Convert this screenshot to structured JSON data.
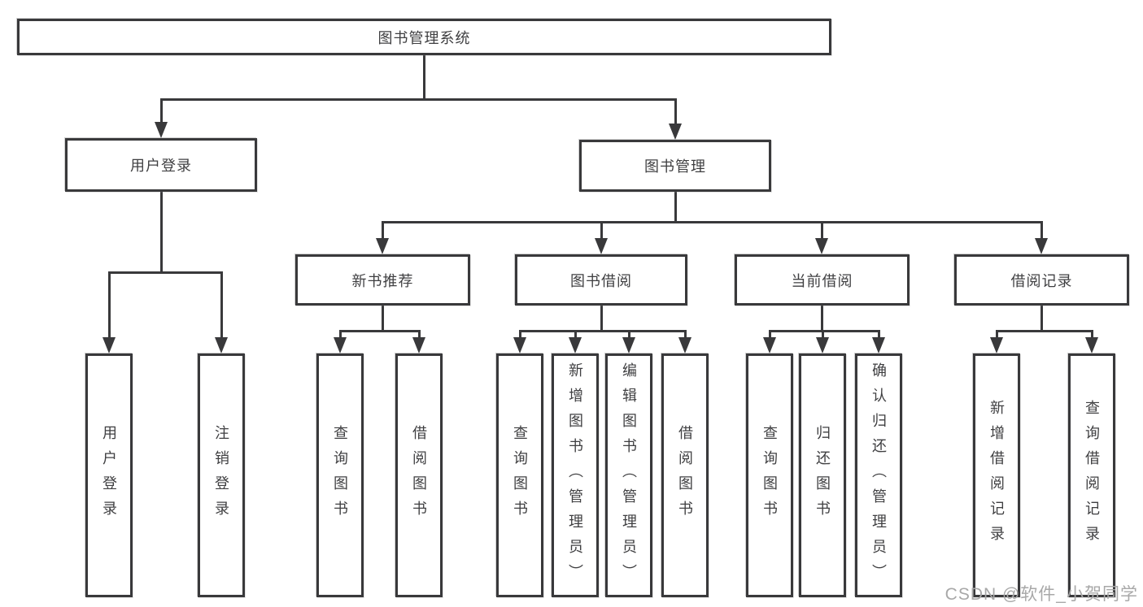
{
  "colors": {
    "line": "#39393b",
    "text": "#3f3f41",
    "watermark": "#a8a8a8",
    "background": "#ffffff"
  },
  "tree": {
    "root": "图书管理系统",
    "branches": [
      {
        "label": "用户登录",
        "children": [
          {
            "label": "用户登录"
          },
          {
            "label": "注销登录"
          }
        ]
      },
      {
        "label": "图书管理",
        "children": [
          {
            "label": "新书推荐",
            "children": [
              {
                "label": "查询图书"
              },
              {
                "label": "借阅图书"
              }
            ]
          },
          {
            "label": "图书借阅",
            "children": [
              {
                "label": "查询图书"
              },
              {
                "label": "新增图书（管理员）"
              },
              {
                "label": "编辑图书（管理员）"
              },
              {
                "label": "借阅图书"
              }
            ]
          },
          {
            "label": "当前借阅",
            "children": [
              {
                "label": "查询图书"
              },
              {
                "label": "归还图书"
              },
              {
                "label": "确认归还（管理员）"
              }
            ]
          },
          {
            "label": "借阅记录",
            "children": [
              {
                "label": "新增借阅记录"
              },
              {
                "label": "查询借阅记录"
              }
            ]
          }
        ]
      }
    ]
  },
  "watermark": "CSDN @软件_小贺同学"
}
